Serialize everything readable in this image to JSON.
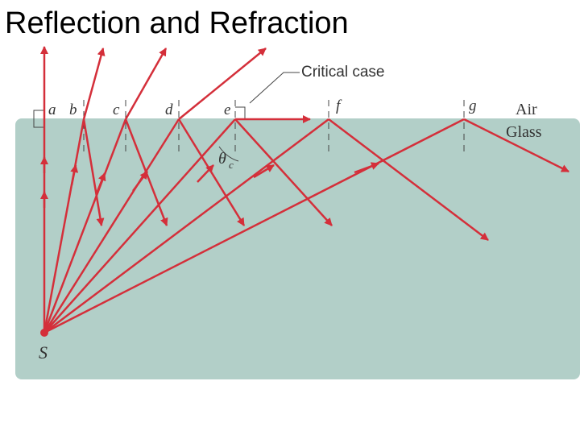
{
  "slide": {
    "title": "Reflection and Refraction"
  },
  "diagram": {
    "source_label": "S",
    "points": [
      "a",
      "b",
      "c",
      "d",
      "e",
      "f",
      "g"
    ],
    "critical_case_label": "Critical case",
    "medium_top": "Air",
    "medium_bottom": "Glass",
    "angle_symbol": "θ",
    "angle_subscript": "c"
  },
  "colors": {
    "ray": "#d42f3a",
    "glass": "#b2cfc8",
    "label": "#333333"
  }
}
